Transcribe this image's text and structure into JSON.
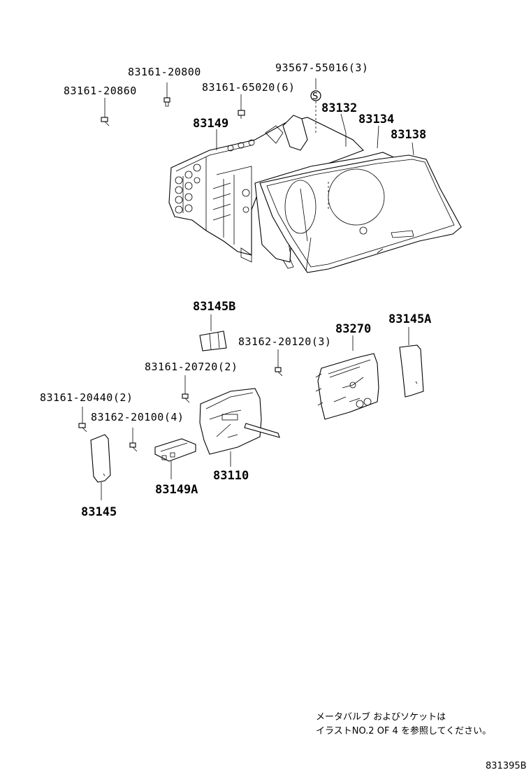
{
  "labels": {
    "p93567": "93567-55016(3)",
    "p83161_20800": "83161-20800",
    "p83161_20860": "83161-20860",
    "p83161_65020": "83161-65020(6)",
    "p83132": "83132",
    "p83134": "83134",
    "p83149": "83149",
    "p83138": "83138",
    "p83145B": "83145B",
    "p83270": "83270",
    "p83145A": "83145A",
    "p83162_20120": "83162-20120(3)",
    "p83161_20720": "83161-20720(2)",
    "p83161_20440": "83161-20440(2)",
    "p83162_20100": "83162-20100(4)",
    "p83110": "83110",
    "p83149A": "83149A",
    "p83145": "83145",
    "s_symbol": "S"
  },
  "note": {
    "line1": "メータバルブ およびソケットは",
    "line2": "イラストNO.2 OF 4 を参照してください。"
  },
  "diagram_code": "831395B"
}
